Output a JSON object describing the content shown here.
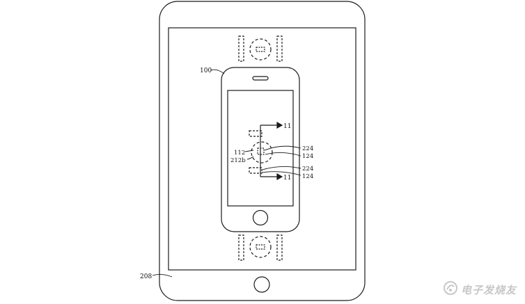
{
  "figure": {
    "labels": {
      "device_100": "100",
      "device_208": "208",
      "section_11_top": "11",
      "section_11_bottom": "11",
      "label_112": "112",
      "label_212b": "212b",
      "label_224_top": "224",
      "label_124_top": "124",
      "label_224_bottom": "224",
      "label_124_bottom": "124"
    }
  },
  "watermark": {
    "text": "电子发烧友",
    "logo_icon": "elecfans-logo-icon"
  }
}
